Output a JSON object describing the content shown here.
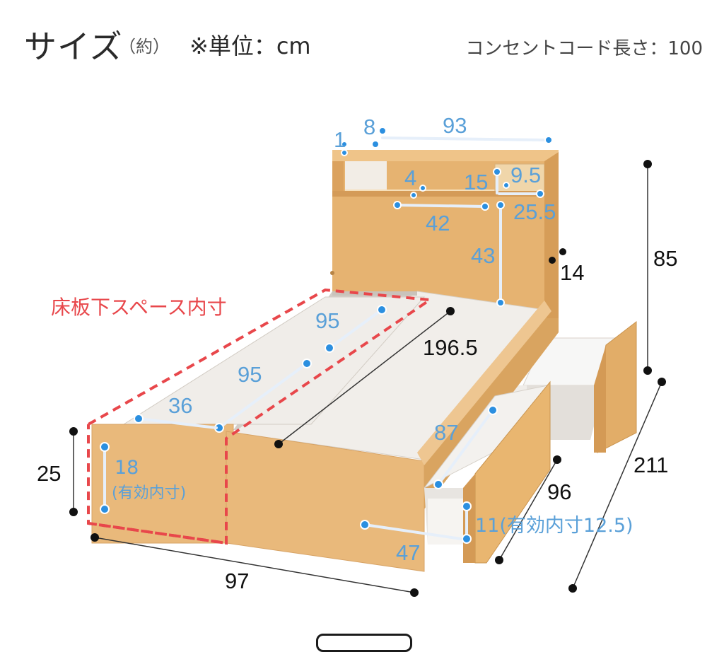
{
  "header": {
    "title": "サイズ",
    "approx": "（約）",
    "unit": "※単位：cm",
    "cord": "コンセントコード長さ：100"
  },
  "colors": {
    "wood": "#e9b97b",
    "wood_dark": "#d9a562",
    "board": "#f1efec",
    "dim_blue": "#2b8fe0",
    "dim_label_blue": "#5aa0d8",
    "red_dash": "#e8474b"
  },
  "labels": {
    "underfloor": "床板下スペース内寸",
    "d1": "1",
    "d8": "8",
    "d93": "93",
    "d4": "4",
    "d15": "15",
    "d9_5": "9.5",
    "d42": "42",
    "d25_5": "25.5",
    "d43": "43",
    "d14": "14",
    "d85": "85",
    "d95a": "95",
    "d95b": "95",
    "d196_5": "196.5",
    "d36": "36",
    "d87": "87",
    "d25": "25",
    "d18": "18",
    "d18_note": "(有効内寸)",
    "d211": "211",
    "d96": "96",
    "d11": "11(有効内寸12.5)",
    "d47": "47",
    "d97": "97"
  }
}
